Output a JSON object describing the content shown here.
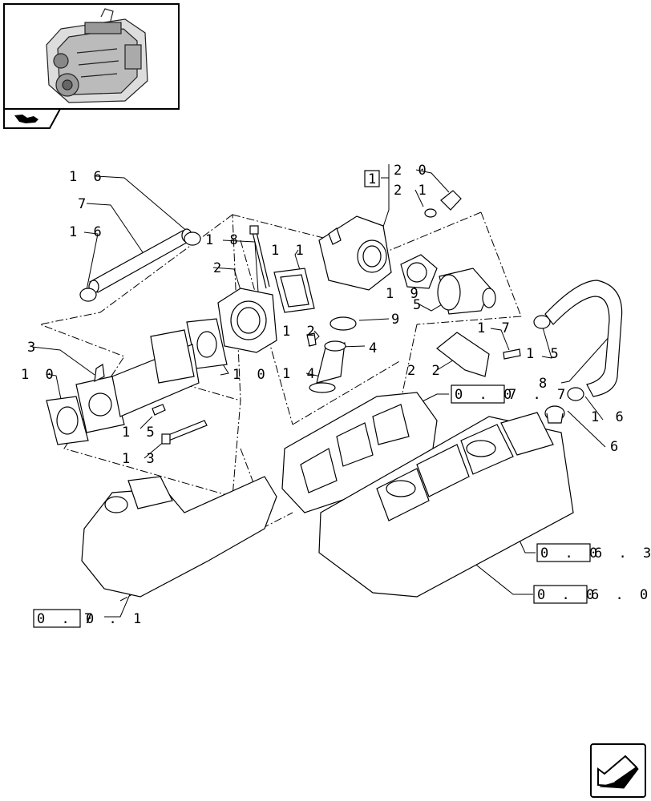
{
  "labels": {
    "p16a": "1 6",
    "p7": "7",
    "p16b": "1 6",
    "p18": "1 8",
    "p11": "1 1",
    "p2": "2",
    "p3": "3",
    "p10a": "1 0",
    "p10b": "1 0",
    "p15a": "1 5",
    "p13": "1 3",
    "p12": "1 2",
    "p14": "1 4",
    "p4": "4",
    "p9": "9",
    "p19": "1 9",
    "p5": "5",
    "p20": "2 0",
    "p21": "2 1",
    "p1": "1",
    "p17": "1 7",
    "p15b": "1 5",
    "p22": "2 2",
    "p8": "8",
    "p16c": "1 6",
    "p6": "6"
  },
  "refs": {
    "r077": {
      "box": "0 . 0",
      "rest": "7 . 7"
    },
    "r063": {
      "box": "0 . 0",
      "rest": "6 . 3"
    },
    "r060": {
      "box": "0 . 0",
      "rest": "6 . 0"
    },
    "r071": {
      "box": "0 . 0",
      "rest": "7 . 1"
    }
  },
  "icons": {
    "thumbnail": "engine-thumbnail-icon",
    "tab": "folder-arrow-icon",
    "nav": "next-page-arrow-icon"
  }
}
